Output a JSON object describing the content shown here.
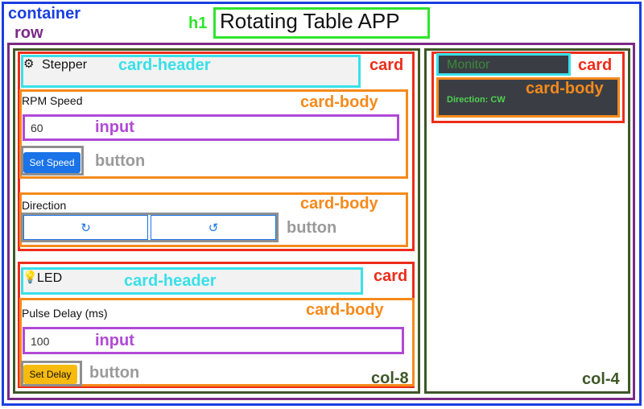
{
  "labels": {
    "container": "container",
    "row": "row",
    "h1": "h1",
    "card_header": "card-header",
    "card": "card",
    "card_body": "card-body",
    "input": "input",
    "button": "button",
    "col8": "col-8",
    "col4": "col-4"
  },
  "title": "Rotating Table APP",
  "stepper": {
    "header": "Stepper",
    "rpm_label": "RPM Speed",
    "rpm_value": "60",
    "set_speed": "Set Speed",
    "direction_label": "Direction",
    "cw_symbol": "↻",
    "ccw_symbol": "↺"
  },
  "led": {
    "header": "LED",
    "pulse_label": "Pulse Delay (ms)",
    "pulse_value": "100",
    "set_delay": "Set Delay"
  },
  "monitor": {
    "header": "Monitor",
    "direction_text": "Direction: CW"
  },
  "colors": {
    "container": "#1a3fe0",
    "row": "#7a2a86",
    "h1": "#2ee52e",
    "card": "#ec2d1a",
    "card_header": "#38e0e8",
    "card_body": "#f58a1b",
    "input": "#b149d6",
    "button": "#8f8f8f",
    "col": "#3e5727",
    "primary_btn": "#1a73e8",
    "warning_btn": "#f7bb0f",
    "monitor_bg": "#3a3e44",
    "monitor_text": "#4fd24f"
  },
  "icons": {
    "stepper": "gear-icon",
    "led": "lightbulb-icon"
  }
}
